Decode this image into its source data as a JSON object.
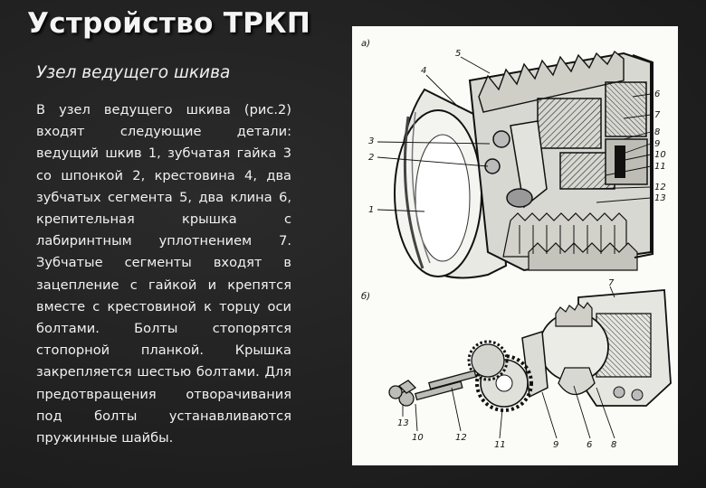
{
  "slide": {
    "title": "Устройство ТРКП",
    "subtitle": "Узел ведущего шкива",
    "body": "В узел ведущего шкива (рис.2) входят следующие детали: ведущий шкив 1, зубчатая гайка 3 со шпонкой 2, крестовина 4, два зубчатых сегмента 5, два клина 6, крепительная крышка с лабиринтным уплотнением 7. Зубчатые сегменты входят в зацепление с гайкой и крепятся вместе с крестовиной к торцу оси болтами. Болты стопорятся стопорной планкой. Крышка закрепляется шестью болтами. Для предотвращения отворачивания под болты устанавливаются пружинные шайбы."
  },
  "figure": {
    "part_a_label": "а)",
    "part_b_label": "б)",
    "callouts_a": [
      "5",
      "4",
      "6",
      "7",
      "8",
      "9",
      "3",
      "10",
      "2",
      "11",
      "12",
      "13",
      "1"
    ],
    "callouts_b": [
      "7",
      "13",
      "10",
      "12",
      "11",
      "9",
      "6",
      "8"
    ]
  }
}
